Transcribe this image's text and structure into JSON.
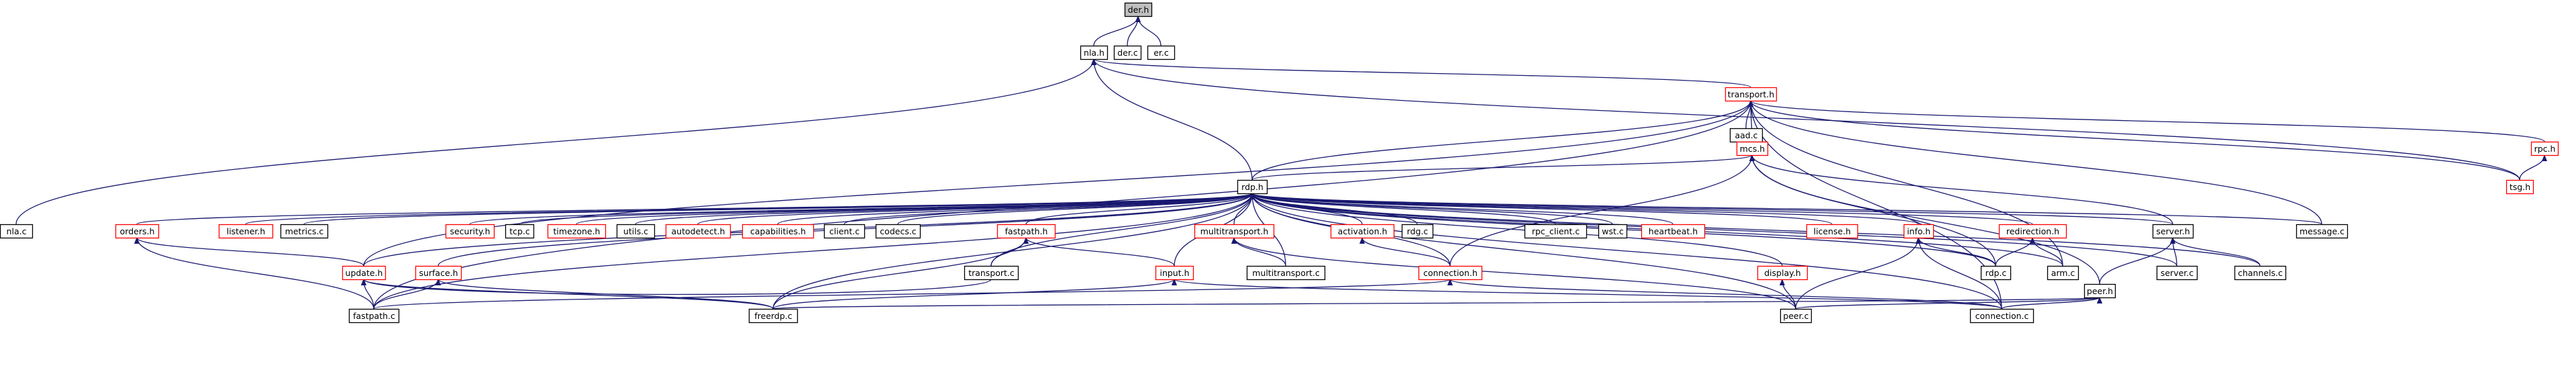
{
  "colors": {
    "edge": "#191970",
    "node_border_default": "#000000",
    "node_border_linked": "#ff0000",
    "node_fill_root": "#bfbfbf",
    "node_fill": "#ffffff"
  },
  "graph": {
    "nodes": [
      {
        "id": "der_h",
        "label": "der.h",
        "style": "root"
      },
      {
        "id": "nla_h",
        "label": "nla.h",
        "style": "black"
      },
      {
        "id": "der_c",
        "label": "der.c",
        "style": "black"
      },
      {
        "id": "er_c",
        "label": "er.c",
        "style": "black"
      },
      {
        "id": "transport_h",
        "label": "transport.h",
        "style": "red"
      },
      {
        "id": "aad_c",
        "label": "aad.c",
        "style": "black"
      },
      {
        "id": "mcs_h",
        "label": "mcs.h",
        "style": "red"
      },
      {
        "id": "rpc_h",
        "label": "rpc.h",
        "style": "red"
      },
      {
        "id": "tsg_h",
        "label": "tsg.h",
        "style": "red"
      },
      {
        "id": "rdp_h",
        "label": "rdp.h",
        "style": "black"
      },
      {
        "id": "nla_c",
        "label": "nla.c",
        "style": "black"
      },
      {
        "id": "orders_h",
        "label": "orders.h",
        "style": "red"
      },
      {
        "id": "listener_h",
        "label": "listener.h",
        "style": "red"
      },
      {
        "id": "metrics_c",
        "label": "metrics.c",
        "style": "black"
      },
      {
        "id": "security_h",
        "label": "security.h",
        "style": "red"
      },
      {
        "id": "tcp_c",
        "label": "tcp.c",
        "style": "black"
      },
      {
        "id": "timezone_h",
        "label": "timezone.h",
        "style": "red"
      },
      {
        "id": "utils_c",
        "label": "utils.c",
        "style": "black"
      },
      {
        "id": "autodetect_h",
        "label": "autodetect.h",
        "style": "red"
      },
      {
        "id": "capabilities_h",
        "label": "capabilities.h",
        "style": "red"
      },
      {
        "id": "client_c",
        "label": "client.c",
        "style": "black"
      },
      {
        "id": "codecs_c",
        "label": "codecs.c",
        "style": "black"
      },
      {
        "id": "fastpath_h",
        "label": "fastpath.h",
        "style": "red"
      },
      {
        "id": "multitransport_h",
        "label": "multitransport.h",
        "style": "red"
      },
      {
        "id": "activation_h",
        "label": "activation.h",
        "style": "red"
      },
      {
        "id": "rdg_c",
        "label": "rdg.c",
        "style": "black"
      },
      {
        "id": "rpc_client_c",
        "label": "rpc_client.c",
        "style": "black"
      },
      {
        "id": "wst_c",
        "label": "wst.c",
        "style": "black"
      },
      {
        "id": "heartbeat_h",
        "label": "heartbeat.h",
        "style": "red"
      },
      {
        "id": "license_h",
        "label": "license.h",
        "style": "red"
      },
      {
        "id": "info_h",
        "label": "info.h",
        "style": "red"
      },
      {
        "id": "redirection_h",
        "label": "redirection.h",
        "style": "red"
      },
      {
        "id": "server_h",
        "label": "server.h",
        "style": "black"
      },
      {
        "id": "message_c",
        "label": "message.c",
        "style": "black"
      },
      {
        "id": "update_h",
        "label": "update.h",
        "style": "red"
      },
      {
        "id": "surface_h",
        "label": "surface.h",
        "style": "red"
      },
      {
        "id": "transport_c",
        "label": "transport.c",
        "style": "black"
      },
      {
        "id": "input_h",
        "label": "input.h",
        "style": "red"
      },
      {
        "id": "multitransport_c",
        "label": "multitransport.c",
        "style": "black"
      },
      {
        "id": "connection_h",
        "label": "connection.h",
        "style": "red"
      },
      {
        "id": "display_h",
        "label": "display.h",
        "style": "red"
      },
      {
        "id": "rdp_c",
        "label": "rdp.c",
        "style": "black"
      },
      {
        "id": "arm_c",
        "label": "arm.c",
        "style": "black"
      },
      {
        "id": "server_c",
        "label": "server.c",
        "style": "black"
      },
      {
        "id": "channels_c",
        "label": "channels.c",
        "style": "black"
      },
      {
        "id": "peer_h",
        "label": "peer.h",
        "style": "black"
      },
      {
        "id": "fastpath_c",
        "label": "fastpath.c",
        "style": "black"
      },
      {
        "id": "freerdp_c",
        "label": "freerdp.c",
        "style": "black"
      },
      {
        "id": "peer_c",
        "label": "peer.c",
        "style": "black"
      },
      {
        "id": "connection_c",
        "label": "connection.c",
        "style": "black"
      }
    ],
    "edges": [
      [
        "nla_h",
        "der_h"
      ],
      [
        "der_c",
        "der_h"
      ],
      [
        "er_c",
        "der_h"
      ],
      [
        "nla_c",
        "nla_h"
      ],
      [
        "rdp_h",
        "nla_h"
      ],
      [
        "transport_h",
        "nla_h"
      ],
      [
        "tsg_h",
        "nla_h"
      ],
      [
        "aad_c",
        "transport_h"
      ],
      [
        "mcs_h",
        "transport_h"
      ],
      [
        "tsg_h",
        "transport_h"
      ],
      [
        "rpc_h",
        "transport_h"
      ],
      [
        "rdp_h",
        "transport_h"
      ],
      [
        "message_c",
        "transport_h"
      ],
      [
        "connection_c",
        "transport_h"
      ],
      [
        "arm_c",
        "transport_h"
      ],
      [
        "fastpath_c",
        "transport_h"
      ],
      [
        "update_h",
        "transport_h"
      ],
      [
        "tsg_h",
        "rpc_h"
      ],
      [
        "rdp_h",
        "mcs_h"
      ],
      [
        "server_h",
        "mcs_h"
      ],
      [
        "peer_h",
        "mcs_h"
      ],
      [
        "connection_h",
        "mcs_h"
      ],
      [
        "rdp_c",
        "mcs_h"
      ],
      [
        "orders_h",
        "rdp_h"
      ],
      [
        "listener_h",
        "rdp_h"
      ],
      [
        "metrics_c",
        "rdp_h"
      ],
      [
        "security_h",
        "rdp_h"
      ],
      [
        "tcp_c",
        "rdp_h"
      ],
      [
        "timezone_h",
        "rdp_h"
      ],
      [
        "utils_c",
        "rdp_h"
      ],
      [
        "autodetect_h",
        "rdp_h"
      ],
      [
        "capabilities_h",
        "rdp_h"
      ],
      [
        "client_c",
        "rdp_h"
      ],
      [
        "codecs_c",
        "rdp_h"
      ],
      [
        "fastpath_h",
        "rdp_h"
      ],
      [
        "multitransport_h",
        "rdp_h"
      ],
      [
        "activation_h",
        "rdp_h"
      ],
      [
        "rdg_c",
        "rdp_h"
      ],
      [
        "rpc_client_c",
        "rdp_h"
      ],
      [
        "wst_c",
        "rdp_h"
      ],
      [
        "heartbeat_h",
        "rdp_h"
      ],
      [
        "license_h",
        "rdp_h"
      ],
      [
        "info_h",
        "rdp_h"
      ],
      [
        "redirection_h",
        "rdp_h"
      ],
      [
        "server_h",
        "rdp_h"
      ],
      [
        "message_c",
        "rdp_h"
      ],
      [
        "update_h",
        "rdp_h"
      ],
      [
        "surface_h",
        "rdp_h"
      ],
      [
        "transport_c",
        "rdp_h"
      ],
      [
        "input_h",
        "rdp_h"
      ],
      [
        "multitransport_c",
        "rdp_h"
      ],
      [
        "connection_h",
        "rdp_h"
      ],
      [
        "display_h",
        "rdp_h"
      ],
      [
        "rdp_c",
        "rdp_h"
      ],
      [
        "arm_c",
        "rdp_h"
      ],
      [
        "server_c",
        "rdp_h"
      ],
      [
        "channels_c",
        "rdp_h"
      ],
      [
        "fastpath_c",
        "rdp_h"
      ],
      [
        "freerdp_c",
        "rdp_h"
      ],
      [
        "peer_c",
        "rdp_h"
      ],
      [
        "connection_c",
        "rdp_h"
      ],
      [
        "update_h",
        "orders_h"
      ],
      [
        "fastpath_c",
        "orders_h"
      ],
      [
        "transport_c",
        "update_h"
      ],
      [
        "fastpath_c",
        "update_h"
      ],
      [
        "freerdp_c",
        "update_h"
      ],
      [
        "fastpath_c",
        "surface_h"
      ],
      [
        "freerdp_c",
        "surface_h"
      ],
      [
        "transport_c",
        "fastpath_h"
      ],
      [
        "input_h",
        "fastpath_h"
      ],
      [
        "freerdp_c",
        "fastpath_h"
      ],
      [
        "freerdp_c",
        "input_h"
      ],
      [
        "connection_c",
        "input_h"
      ],
      [
        "multitransport_c",
        "multitransport_h"
      ],
      [
        "peer_c",
        "multitransport_h"
      ],
      [
        "connection_h",
        "activation_h"
      ],
      [
        "fastpath_c",
        "connection_h"
      ],
      [
        "connection_c",
        "connection_h"
      ],
      [
        "peer_c",
        "display_h"
      ],
      [
        "rdp_c",
        "info_h"
      ],
      [
        "peer_c",
        "info_h"
      ],
      [
        "connection_c",
        "info_h"
      ],
      [
        "rdp_c",
        "redirection_h"
      ],
      [
        "arm_c",
        "redirection_h"
      ],
      [
        "peer_h",
        "server_h"
      ],
      [
        "server_c",
        "server_h"
      ],
      [
        "channels_c",
        "server_h"
      ],
      [
        "peer_c",
        "peer_h"
      ],
      [
        "connection_c",
        "peer_h"
      ],
      [
        "freerdp_c",
        "peer_h"
      ]
    ]
  }
}
